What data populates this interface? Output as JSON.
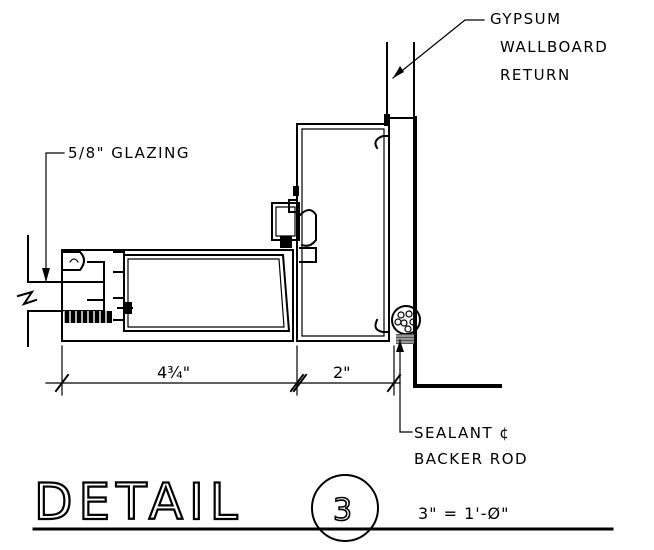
{
  "labels": {
    "gypsum_line1": "GYPSUM",
    "gypsum_line2": "WALLBOARD",
    "gypsum_line3": "RETURN",
    "glazing": "5/8\" GLAZING",
    "sealant_line1": "SEALANT ¢",
    "sealant_line2": "BACKER ROD"
  },
  "dimensions": {
    "left": "4¾\"",
    "right": "2\""
  },
  "title": {
    "text": "DETAIL",
    "number": "3",
    "scale": "3\" = 1'-Ø\""
  }
}
